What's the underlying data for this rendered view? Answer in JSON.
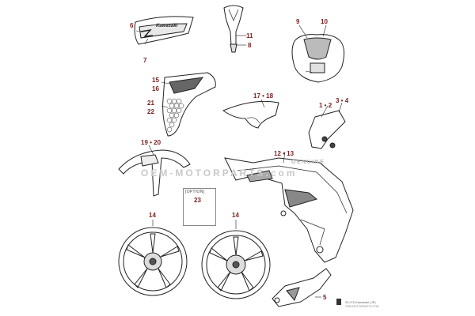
{
  "callouts": {
    "c6": "6",
    "c7": "7",
    "c11": "11",
    "c8": "8",
    "c9": "9",
    "c10": "10",
    "c15": "15",
    "c16": "16",
    "c21": "21",
    "c22": "22",
    "c17_18": "17 • 18",
    "c1_2": "1 • 2",
    "c3_4": "3 • 4",
    "c19_20": "19 • 20",
    "c12_13": "12 • 13",
    "c23": "23",
    "c14a": "14",
    "c14b": "14",
    "c5": "5"
  },
  "decal_text": "Kawasaki",
  "option_label": "[OPTION]",
  "watermark": "OEM-MOTORPARTS.com",
  "genuine_stamp": "GENUINE",
  "footer_ref": "32×C5  Kawasaki (JP)",
  "footer_site": "OEM-MOTORPARTS.COM",
  "colors": {
    "callout": "#7a1f1f",
    "line": "#222222",
    "shade": "#999999"
  }
}
